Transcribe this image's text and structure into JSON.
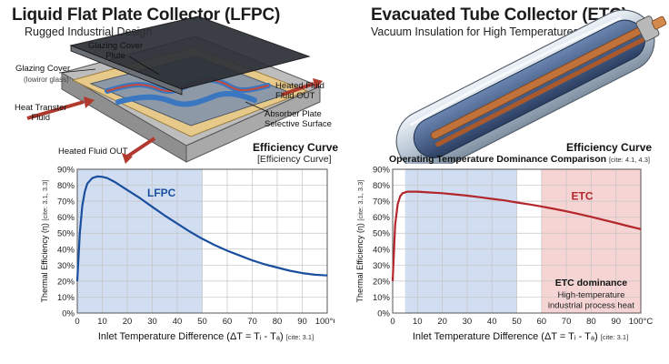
{
  "lfpc": {
    "title": "Liquid Flat Plate Collector (LFPC)",
    "subtitle": "Rugged Industrial Design",
    "labels": {
      "glazing_cover_plate": "Glazing Cover\nPlute",
      "glazing_cover": "Glazing Cover",
      "glazing_cover_note": "(lowiror glass)",
      "heat_transfer_fluid": "Heat Transter\nFluid",
      "heated_fluid_out_left": "Heated Fluid OUT",
      "heated_fluid_out_right": "Heated Fluid\nFluid OUT",
      "absorber_plate": "Absorber Plate\nSelective Surface"
    },
    "efficiency_title": "Efficiency Curve",
    "efficiency_subtitle": "[Efficiency Curve]"
  },
  "etc": {
    "title": "Evacuated Tube Collector (ETC)",
    "subtitle": "Vacuum Insulation for High Temperatures",
    "efficiency_title": "Efficiency Curve",
    "comparison_title": "Operating Temperature Dominance Comparison",
    "comparison_cite": "[cite: 4.1, 4.3]"
  },
  "colors": {
    "lfpc_curve": "#1a4f9e",
    "etc_curve": "#b3262b",
    "blue_band": "#c9d7ee",
    "red_band": "#f4cccc"
  },
  "chart_data": [
    {
      "type": "line",
      "xlabel": "Inlet Temperature Difference (ΔT = Tᵢ - Tₐ)",
      "xlabel_cite": "[cite: 3.1]",
      "ylabel": "Thermal Efficiency (η)",
      "ylabel_cite": "[cite: 3.1, 3.3]",
      "x_ticks": [
        "0",
        "10",
        "20",
        "30",
        "40",
        "50",
        "60",
        "70",
        "80",
        "90",
        "100°C"
      ],
      "y_ticks": [
        "0%",
        "10%",
        "20%",
        "30%",
        "40%",
        "50%",
        "60%",
        "70%",
        "80%",
        "90%"
      ],
      "xlim": [
        0,
        100
      ],
      "ylim": [
        0,
        90
      ],
      "grid": true,
      "bands": [
        {
          "from": 0,
          "to": 50
        }
      ],
      "series": [
        {
          "name": "LFPC",
          "x": [
            0,
            1,
            2,
            3,
            4,
            6,
            8,
            10,
            12,
            15,
            20,
            25,
            30,
            35,
            40,
            45,
            50,
            55,
            60,
            65,
            70,
            75,
            80,
            85,
            90,
            95,
            100
          ],
          "y": [
            20,
            50,
            67,
            76,
            81,
            84.5,
            85.5,
            85.3,
            84.5,
            82,
            77,
            72,
            66.5,
            61,
            56,
            51,
            46.5,
            42.5,
            39,
            36,
            33,
            30.5,
            28.5,
            26.5,
            25,
            24,
            23.5
          ]
        }
      ]
    },
    {
      "type": "line",
      "xlabel": "Inlet Temperature Difference (ΔT = Tᵢ - Tₐ)",
      "xlabel_cite": "[cite: 3.1]",
      "ylabel": "Thermal Efficiency (η)",
      "ylabel_cite": "[cite: 3.1, 3.3]",
      "x_ticks": [
        "0",
        "10",
        "20",
        "30",
        "40",
        "50",
        "60",
        "70",
        "80",
        "90",
        "100°C"
      ],
      "y_ticks": [
        "0%",
        "10%",
        "20%",
        "30%",
        "40%",
        "50%",
        "60%",
        "70%",
        "80%",
        "90%"
      ],
      "xlim": [
        0,
        100
      ],
      "ylim": [
        0,
        90
      ],
      "grid": true,
      "bands": [
        {
          "from": 5,
          "to": 50,
          "color": "blue"
        },
        {
          "from": 60,
          "to": 100,
          "color": "red"
        }
      ],
      "annotation": {
        "title": "ETC dominance",
        "body": [
          "High-temperature",
          "industrial process heat"
        ]
      },
      "series": [
        {
          "name": "ETC",
          "x": [
            0,
            1,
            2,
            3,
            4,
            6,
            8,
            10,
            15,
            20,
            25,
            30,
            35,
            40,
            45,
            50,
            55,
            60,
            65,
            70,
            75,
            80,
            85,
            90,
            95,
            100
          ],
          "y": [
            20,
            55,
            68,
            73,
            75,
            76,
            76,
            76,
            75.5,
            75,
            74.3,
            73.5,
            72.5,
            71.5,
            70.5,
            69.2,
            68,
            66.7,
            65.2,
            63.7,
            62,
            60.2,
            58.3,
            56.4,
            54.4,
            52.5
          ]
        }
      ]
    }
  ]
}
